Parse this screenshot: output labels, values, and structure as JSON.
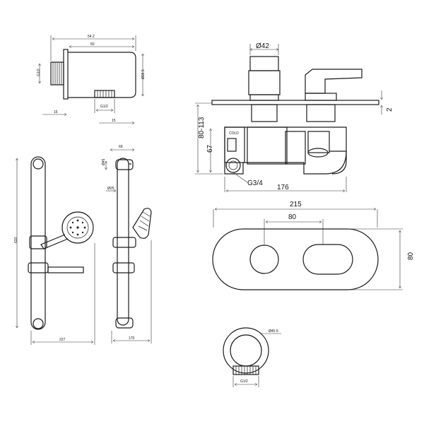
{
  "wall_outlet_side": {
    "dim_overall": "54.2",
    "dim_body": "50",
    "dim_thread_left": "G1/2",
    "dim_dia_right": "Ø28.5",
    "dim_bottom_left": "16",
    "dim_outlet": "G1/2",
    "dim_bottom_right": "15"
  },
  "slide_rail": {
    "dim_height": "633",
    "dim_width": "227",
    "dim_top_depth": "69",
    "dim_bracket_dia": "Ø45",
    "dim_rail_dia": "Ø25",
    "dim_side_width": "170"
  },
  "mixer_side": {
    "dim_handle_dia": "Ø42",
    "dim_plate": "2",
    "dim_depth_range": "80-113",
    "dim_body_height": "67",
    "dim_connection": "G3/4",
    "dim_width": "176",
    "cold_label": "COLD"
  },
  "mixer_front": {
    "dim_overall_width": "215",
    "dim_center_spacing": "80",
    "dim_height": "80"
  },
  "wall_outlet_front": {
    "dim_dia": "Ø45.5",
    "dim_thread": "G1/2"
  }
}
